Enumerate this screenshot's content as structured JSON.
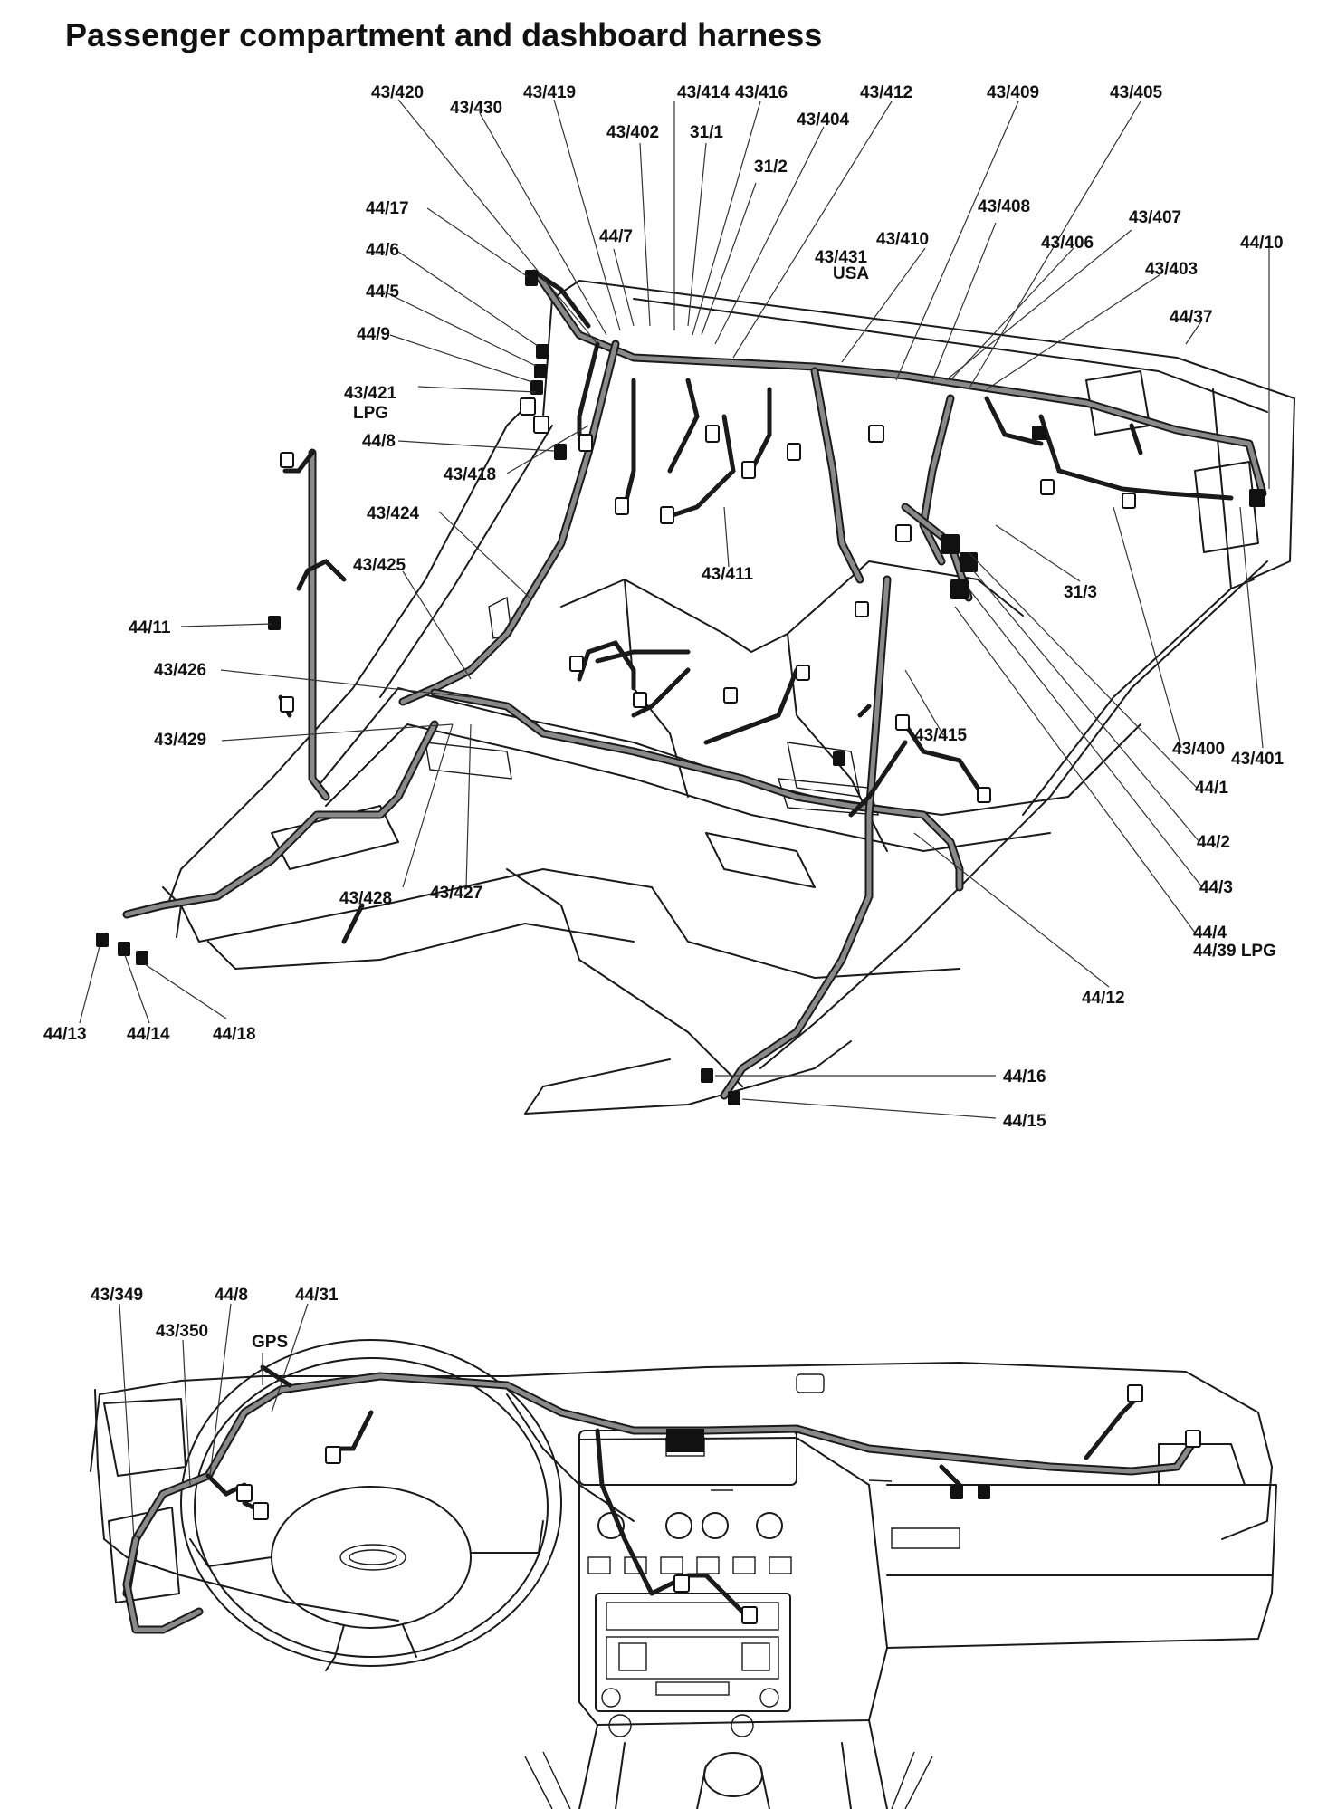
{
  "title": "Passenger compartment and dashboard harness",
  "floor_diagram": {
    "labels": [
      "43/420",
      "43/430",
      "43/419",
      "43/414",
      "43/416",
      "43/412",
      "43/409",
      "43/405",
      "43/402",
      "31/1",
      "43/404",
      "31/2",
      "44/17",
      "44/7",
      "43/408",
      "43/407",
      "44/6",
      "43/431",
      "USA",
      "43/410",
      "43/406",
      "44/10",
      "43/403",
      "44/5",
      "44/37",
      "44/9",
      "43/421",
      "LPG",
      "44/8",
      "43/418",
      "43/424",
      "43/411",
      "31/3",
      "43/425",
      "44/11",
      "43/426",
      "43/415",
      "43/401",
      "43/400",
      "43/429",
      "44/1",
      "44/2",
      "44/3",
      "44/4",
      "44/39 LPG",
      "43/428",
      "43/427",
      "44/12",
      "44/13",
      "44/14",
      "44/18",
      "44/16",
      "44/15"
    ]
  },
  "dashboard_diagram": {
    "labels": [
      "43/349",
      "44/8",
      "44/31",
      "43/350",
      "GPS"
    ]
  }
}
